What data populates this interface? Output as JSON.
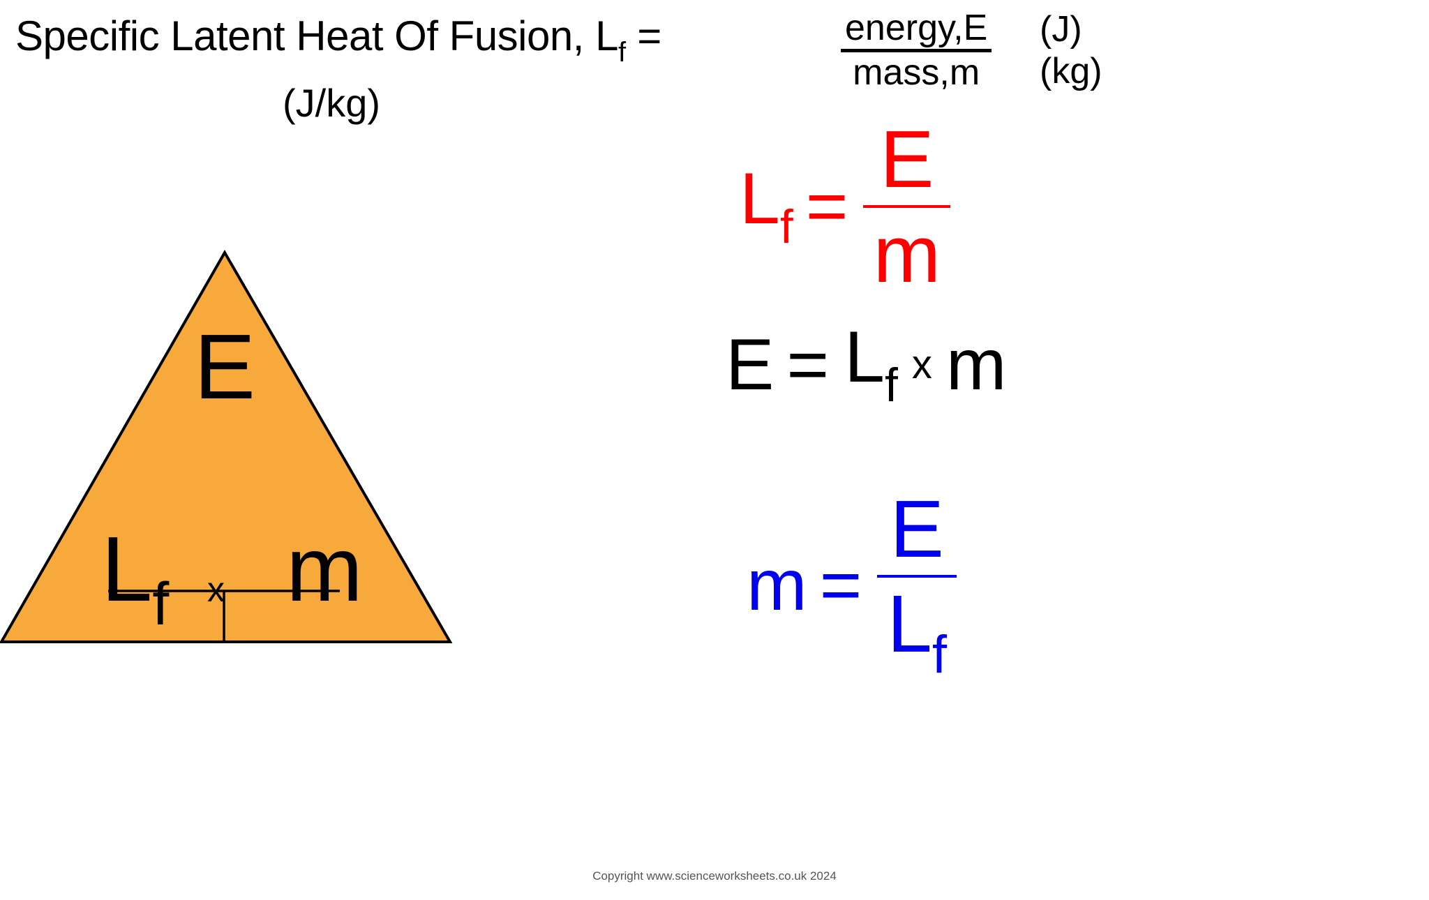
{
  "title": {
    "main_text": "Specific Latent Heat Of Fusion, L",
    "main_subscript": "f",
    "equals": " = ",
    "units_label": "(J/kg)",
    "fraction": {
      "numerator": "energy,E",
      "denominator": "mass,m"
    },
    "unit_numerator": "(J)",
    "unit_denominator": "(kg)"
  },
  "triangle": {
    "top_label": "E",
    "bottom_left_label": "L",
    "bottom_left_subscript": "f",
    "operator_label": "x",
    "bottom_right_label": "m",
    "fill_color": "#F7A93B",
    "stroke_color": "#000000"
  },
  "equations": [
    {
      "id": "lf",
      "lhs": "L",
      "lhs_subscript": "f",
      "equals": "=",
      "numerator": "E",
      "denominator": "m",
      "denominator_subscript": "",
      "color": "#FF0000"
    },
    {
      "id": "e",
      "lhs": "E",
      "equals": "=",
      "rhs_first": "L",
      "rhs_first_subscript": "f",
      "times": "x",
      "rhs_second": "m",
      "color": "#000000"
    },
    {
      "id": "m",
      "lhs": "m",
      "equals": "=",
      "numerator": "E",
      "denominator": "L",
      "denominator_subscript": "f",
      "color": "#0000EE"
    }
  ],
  "footer": {
    "copyright": "Copyright www.scienceworksheets.co.uk 2024"
  }
}
